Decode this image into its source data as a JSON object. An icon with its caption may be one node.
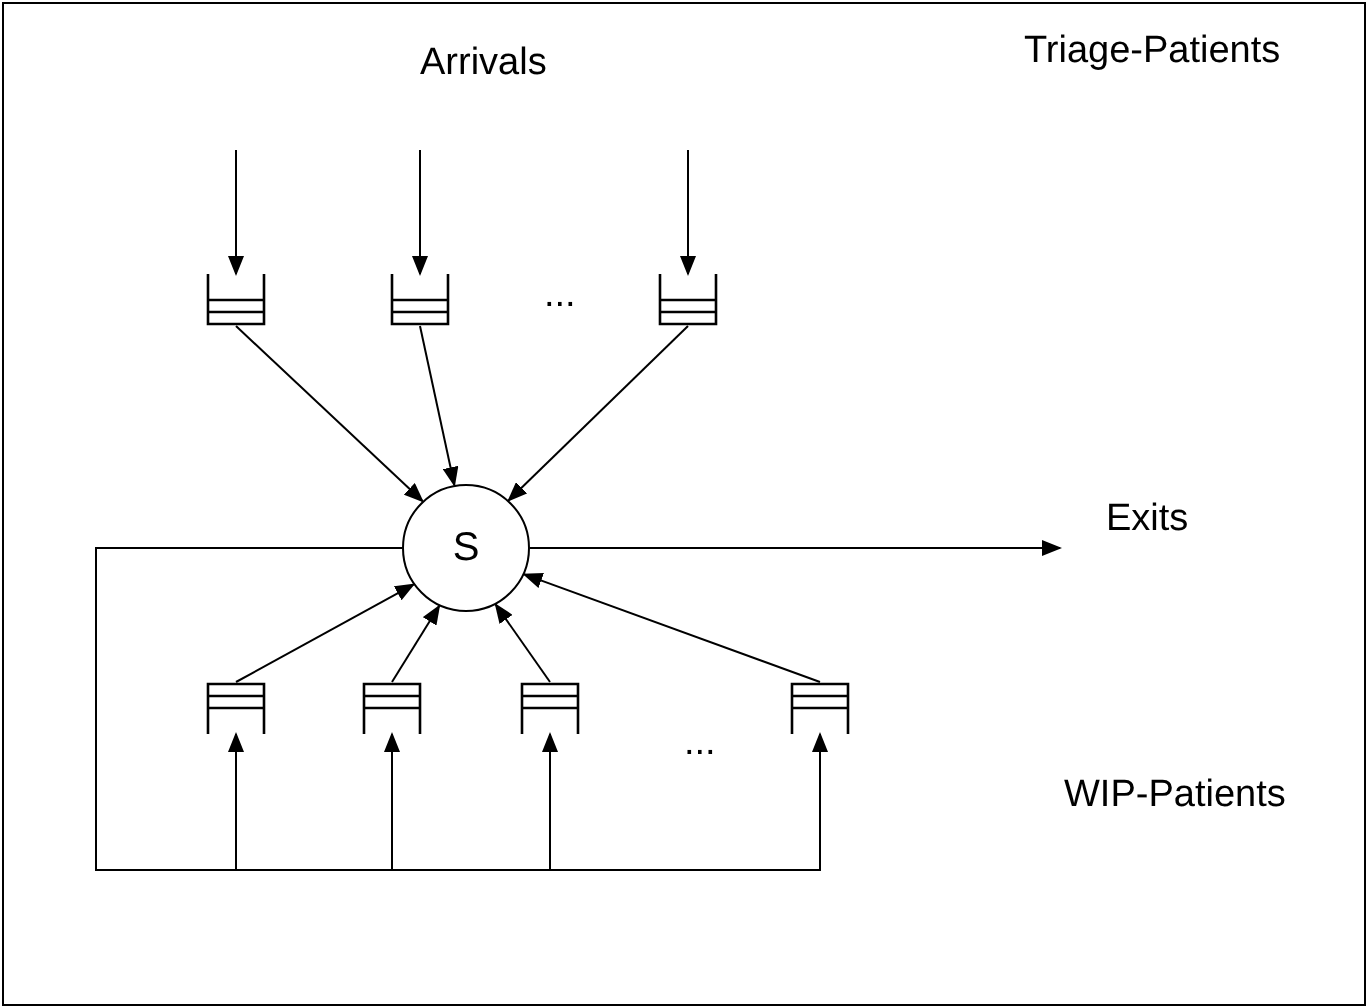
{
  "diagram": {
    "nodes": [
      {
        "text": [],
        "shape": "queue"
      },
      {
        "text": [],
        "shape": "queue"
      },
      {
        "text": [],
        "shape": "queue"
      },
      {
        "text": [
          "S"
        ]
      },
      {
        "text": [],
        "shape": "queue"
      },
      {
        "text": [],
        "shape": "queue"
      },
      {
        "text": [],
        "shape": "queue"
      },
      {
        "text": [],
        "shape": "queue"
      }
    ],
    "edges": [
      {
        "from": null,
        "to": 0,
        "arrow": "to"
      },
      {
        "from": null,
        "to": 1,
        "arrow": "to"
      },
      {
        "from": null,
        "to": 2,
        "arrow": "to"
      },
      {
        "from": 0,
        "to": 3,
        "arrow": "to"
      },
      {
        "from": 1,
        "to": 3,
        "arrow": "to"
      },
      {
        "from": 2,
        "to": 3,
        "arrow": "to"
      },
      {
        "from": 4,
        "to": 3,
        "arrow": "to"
      },
      {
        "from": 5,
        "to": 3,
        "arrow": "to"
      },
      {
        "from": 6,
        "to": 3,
        "arrow": "to"
      },
      {
        "from": 7,
        "to": 3,
        "arrow": "to"
      },
      {
        "from": 3,
        "to": null,
        "arrow": "to"
      },
      {
        "from": 3,
        "to": 4,
        "arrow": "to"
      },
      {
        "from": 3,
        "to": 5,
        "arrow": "to"
      },
      {
        "from": 3,
        "to": 6,
        "arrow": "to"
      },
      {
        "from": 3,
        "to": 7,
        "arrow": "to"
      }
    ],
    "labels": [
      "Arrivals",
      "Triage-Patients",
      "...",
      "Exits",
      "...",
      "WIP-Patients"
    ]
  }
}
